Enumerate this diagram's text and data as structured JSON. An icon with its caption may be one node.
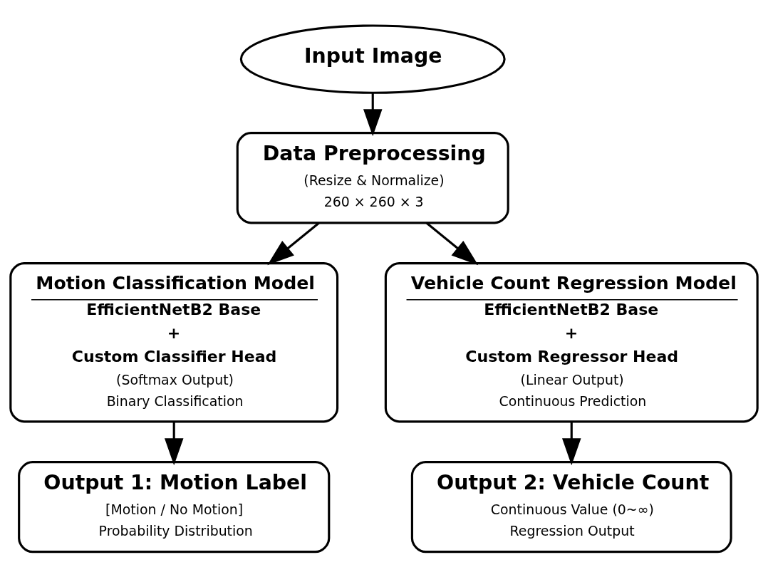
{
  "diagram": {
    "nodes": [
      {
        "text": [
          "Input Image"
        ]
      },
      {
        "text": [
          "Data Preprocessing",
          "(Resize & Normalize)",
          "260 × 260 × 3"
        ]
      },
      {
        "text": [
          "Motion Classification Model",
          "EfficientNetB2 Base",
          "+",
          "Custom Classifier Head",
          "(Softmax Output)",
          "Binary Classification"
        ]
      },
      {
        "text": [
          "Vehicle Count Regression Model",
          "EfficientNetB2 Base",
          "+",
          "Custom Regressor Head",
          "(Linear Output)",
          "Continuous Prediction"
        ]
      },
      {
        "text": [
          "Output 1: Motion Label",
          "[Motion / No Motion]",
          "Probability Distribution"
        ]
      },
      {
        "text": [
          "Output 2: Vehicle Count",
          "Continuous Value (0~∞)",
          "Regression Output"
        ]
      }
    ],
    "edges": [
      {
        "from": 0,
        "to": 1,
        "arrow": "to"
      },
      {
        "from": 1,
        "to": 2,
        "arrow": "to"
      },
      {
        "from": 1,
        "to": 3,
        "arrow": "to"
      },
      {
        "from": 2,
        "to": 4,
        "arrow": "to"
      },
      {
        "from": 3,
        "to": 5,
        "arrow": "to"
      }
    ]
  }
}
